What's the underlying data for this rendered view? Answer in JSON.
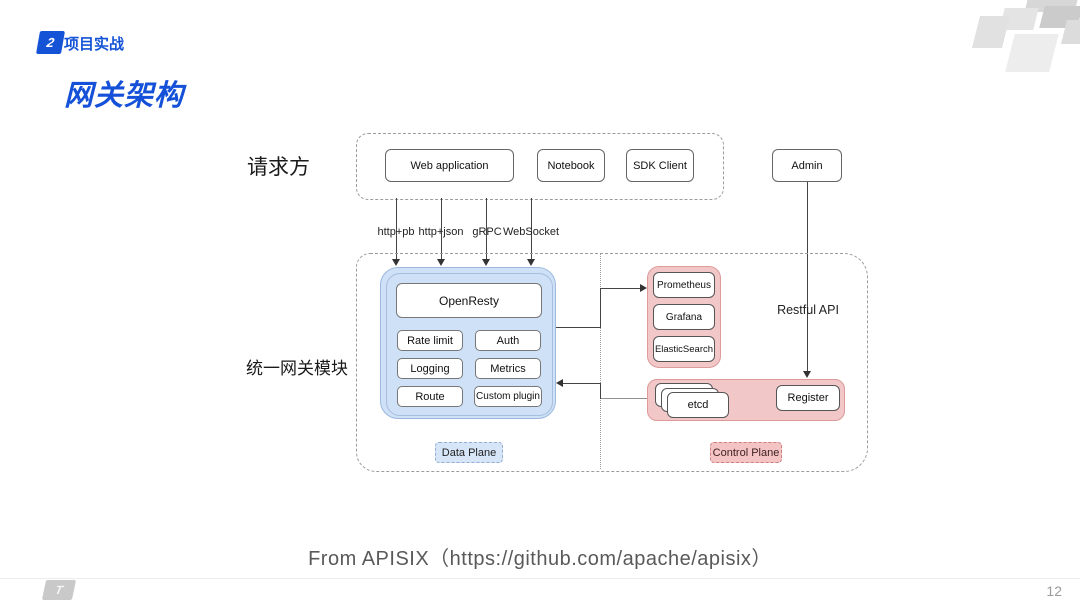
{
  "slide": {
    "badge_number": "2",
    "section_label": "项目实战",
    "title": "网关架构"
  },
  "diagram": {
    "requester_label": "请求方",
    "gateway_label": "统一网关模块",
    "clients": [
      "Web application",
      "Notebook",
      "SDK Client"
    ],
    "admin": "Admin",
    "protocols": [
      "http+pb",
      "http+json",
      "gRPC",
      "WebSocket"
    ],
    "restful_api": "Restful API",
    "openresty": "OpenResty",
    "plugins": [
      "Rate limit",
      "Auth",
      "Logging",
      "Metrics",
      "Route",
      "Custom plugin"
    ],
    "monitoring": [
      "Prometheus",
      "Grafana",
      "ElasticSearch"
    ],
    "etcd": "etcd",
    "register": "Register",
    "data_plane": "Data Plane",
    "control_plane": "Control Plane"
  },
  "footer": {
    "source": "From APISIX（https://github.com/apache/apisix）",
    "page_number": "12",
    "logo_letter": "T"
  },
  "colors": {
    "accent_blue": "#1553d6",
    "data_plane_fill": "#cfe1f6",
    "data_plane_border": "#9db9de",
    "control_plane_fill": "#f2c7c7",
    "control_plane_border": "#dc9a9a"
  }
}
